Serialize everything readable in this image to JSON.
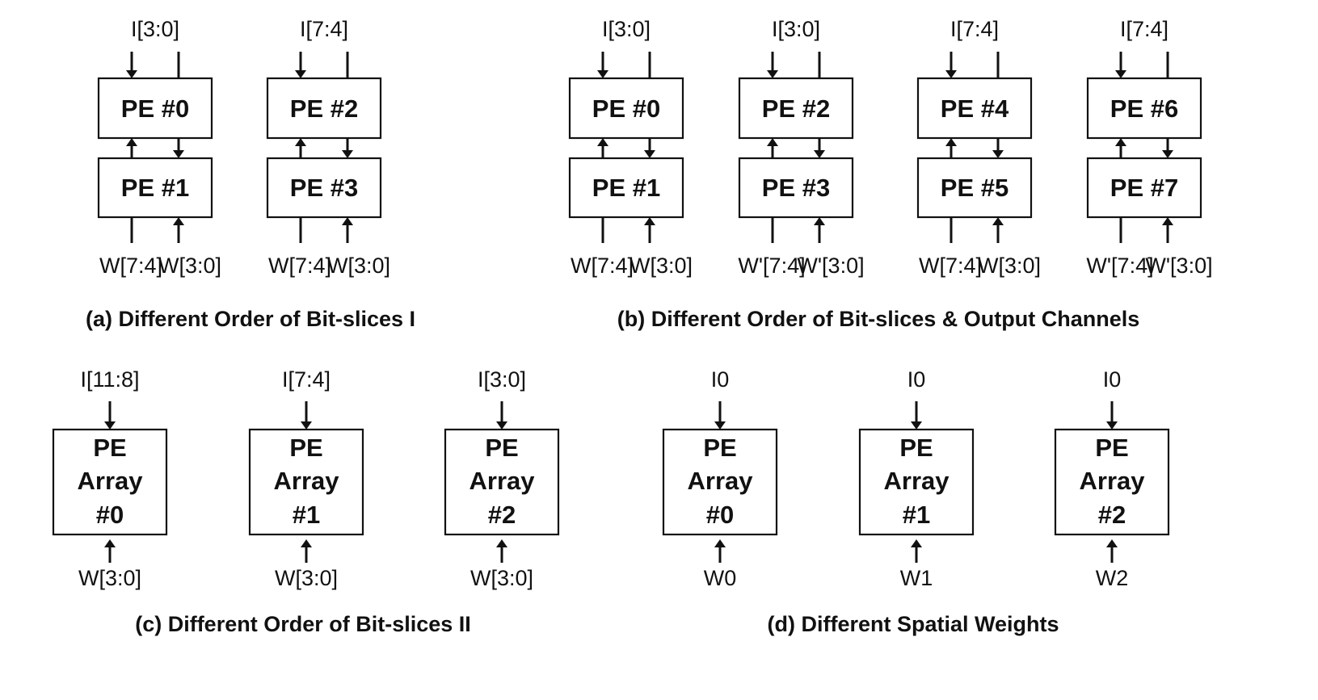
{
  "panels": [
    {
      "id": "a",
      "caption": "(a) Different Order of Bit-slices I",
      "groups": [
        {
          "input": "I[3:0]",
          "top_pe": "PE #0",
          "bottom_pe": "PE #1",
          "w_left": "W[7:4]",
          "w_right": "W[3:0]"
        },
        {
          "input": "I[7:4]",
          "top_pe": "PE #2",
          "bottom_pe": "PE #3",
          "w_left": "W[7:4]",
          "w_right": "W[3:0]"
        }
      ]
    },
    {
      "id": "b",
      "caption": "(b) Different Order of Bit-slices & Output Channels",
      "groups": [
        {
          "input": "I[3:0]",
          "top_pe": "PE #0",
          "bottom_pe": "PE #1",
          "w_left": "W[7:4]",
          "w_right": "W[3:0]"
        },
        {
          "input": "I[3:0]",
          "top_pe": "PE #2",
          "bottom_pe": "PE #3",
          "w_left": "W'[7:4]",
          "w_right": "W'[3:0]"
        },
        {
          "input": "I[7:4]",
          "top_pe": "PE #4",
          "bottom_pe": "PE #5",
          "w_left": "W[7:4]",
          "w_right": "W[3:0]"
        },
        {
          "input": "I[7:4]",
          "top_pe": "PE #6",
          "bottom_pe": "PE #7",
          "w_left": "W'[7:4]",
          "w_right": "W'[3:0]"
        }
      ]
    },
    {
      "id": "c",
      "caption": "(c) Different Order of Bit-slices II",
      "arrays": [
        {
          "input": "I[11:8]",
          "lines": [
            "PE",
            "Array",
            "#0"
          ],
          "weight": "W[3:0]"
        },
        {
          "input": "I[7:4]",
          "lines": [
            "PE",
            "Array",
            "#1"
          ],
          "weight": "W[3:0]"
        },
        {
          "input": "I[3:0]",
          "lines": [
            "PE",
            "Array",
            "#2"
          ],
          "weight": "W[3:0]"
        }
      ]
    },
    {
      "id": "d",
      "caption": "(d) Different Spatial Weights",
      "arrays": [
        {
          "input": "I0",
          "lines": [
            "PE",
            "Array",
            "#0"
          ],
          "weight": "W0"
        },
        {
          "input": "I0",
          "lines": [
            "PE",
            "Array",
            "#1"
          ],
          "weight": "W1"
        },
        {
          "input": "I0",
          "lines": [
            "PE",
            "Array",
            "#2"
          ],
          "weight": "W2"
        }
      ]
    }
  ],
  "colors": {
    "stroke": "#111111",
    "background": "#ffffff"
  }
}
